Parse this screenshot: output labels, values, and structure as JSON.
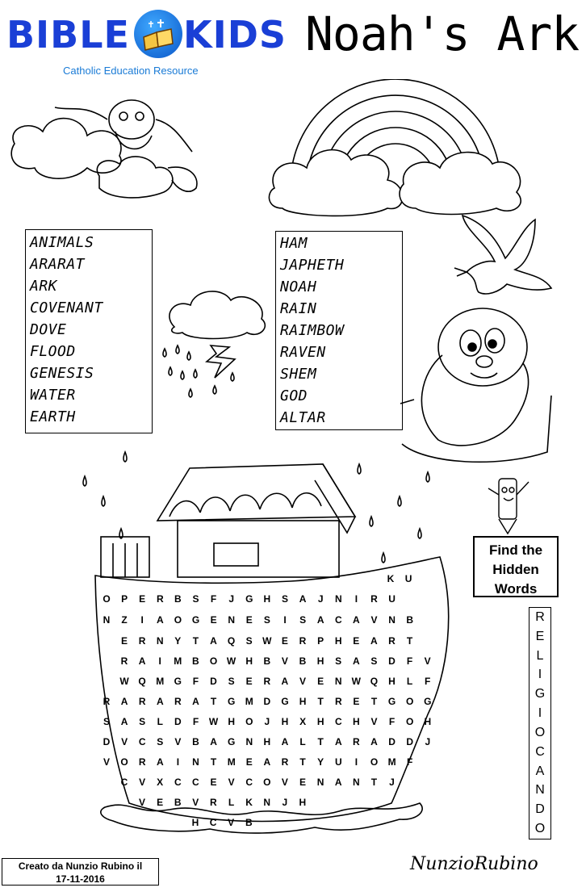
{
  "header": {
    "brand_left": "BIBLE",
    "brand_right": "KIDS",
    "brand_subtitle": "Catholic Education Resource",
    "title": "Noah's Ark"
  },
  "word_lists": {
    "left": [
      "ANIMALS",
      "ARARAT",
      "ARK",
      "COVENANT",
      "DOVE",
      "FLOOD",
      "GENESIS",
      "WATER",
      "EARTH"
    ],
    "right": [
      "HAM",
      "JAPHETH",
      "NOAH",
      "RAIN",
      "RAIMBOW",
      "RAVEN",
      "SHEM",
      "GOD",
      "ALTAR"
    ]
  },
  "find_box": {
    "line1": "Find the",
    "line2": "Hidden",
    "line3": "Words"
  },
  "vertical_word": [
    "R",
    "E",
    "L",
    "I",
    "G",
    "I",
    "O",
    "C",
    "A",
    "N",
    "D",
    "O"
  ],
  "grid_rows": [
    [
      "K",
      "U"
    ],
    [
      "O",
      "P",
      "E",
      "R",
      "B",
      "S",
      "F",
      "J",
      "G",
      "H",
      "S",
      "A",
      "J",
      "N",
      "I",
      "R",
      "U"
    ],
    [
      "N",
      "Z",
      "I",
      "A",
      "O",
      "G",
      "E",
      "N",
      "E",
      "S",
      "I",
      "S",
      "A",
      "C",
      "A",
      "V",
      "N",
      "B"
    ],
    [
      "E",
      "R",
      "N",
      "Y",
      "T",
      "A",
      "Q",
      "S",
      "W",
      "E",
      "R",
      "P",
      "H",
      "E",
      "A",
      "R",
      "T"
    ],
    [
      "R",
      "A",
      "I",
      "M",
      "B",
      "O",
      "W",
      "H",
      "B",
      "V",
      "B",
      "H",
      "S",
      "A",
      "S",
      "D",
      "F",
      "V"
    ],
    [
      "W",
      "Q",
      "M",
      "G",
      "F",
      "D",
      "S",
      "E",
      "R",
      "A",
      "V",
      "E",
      "N",
      "W",
      "Q",
      "H",
      "L",
      "F"
    ],
    [
      "R",
      "A",
      "R",
      "A",
      "R",
      "A",
      "T",
      "G",
      "M",
      "D",
      "G",
      "H",
      "T",
      "R",
      "E",
      "T",
      "G",
      "O",
      "G"
    ],
    [
      "S",
      "A",
      "S",
      "L",
      "D",
      "F",
      "W",
      "H",
      "O",
      "J",
      "H",
      "X",
      "H",
      "C",
      "H",
      "V",
      "F",
      "O",
      "H"
    ],
    [
      "D",
      "V",
      "C",
      "S",
      "V",
      "B",
      "A",
      "G",
      "N",
      "H",
      "A",
      "L",
      "T",
      "A",
      "R",
      "A",
      "D",
      "D",
      "J"
    ],
    [
      "V",
      "O",
      "R",
      "A",
      "I",
      "N",
      "T",
      "M",
      "E",
      "A",
      "R",
      "T",
      "Y",
      "U",
      "I",
      "O",
      "M",
      "F"
    ],
    [
      "C",
      "V",
      "X",
      "C",
      "C",
      "E",
      "V",
      "C",
      "O",
      "V",
      "E",
      "N",
      "A",
      "N",
      "T",
      "J"
    ],
    [
      "V",
      "E",
      "B",
      "V",
      "R",
      "L",
      "K",
      "N",
      "J",
      "H"
    ],
    [
      "H",
      "C",
      "V",
      "B"
    ]
  ],
  "credit": {
    "line1": "Creato da Nunzio Rubino il",
    "line2": "17-11-2016"
  },
  "signature": "NunzioRubino"
}
